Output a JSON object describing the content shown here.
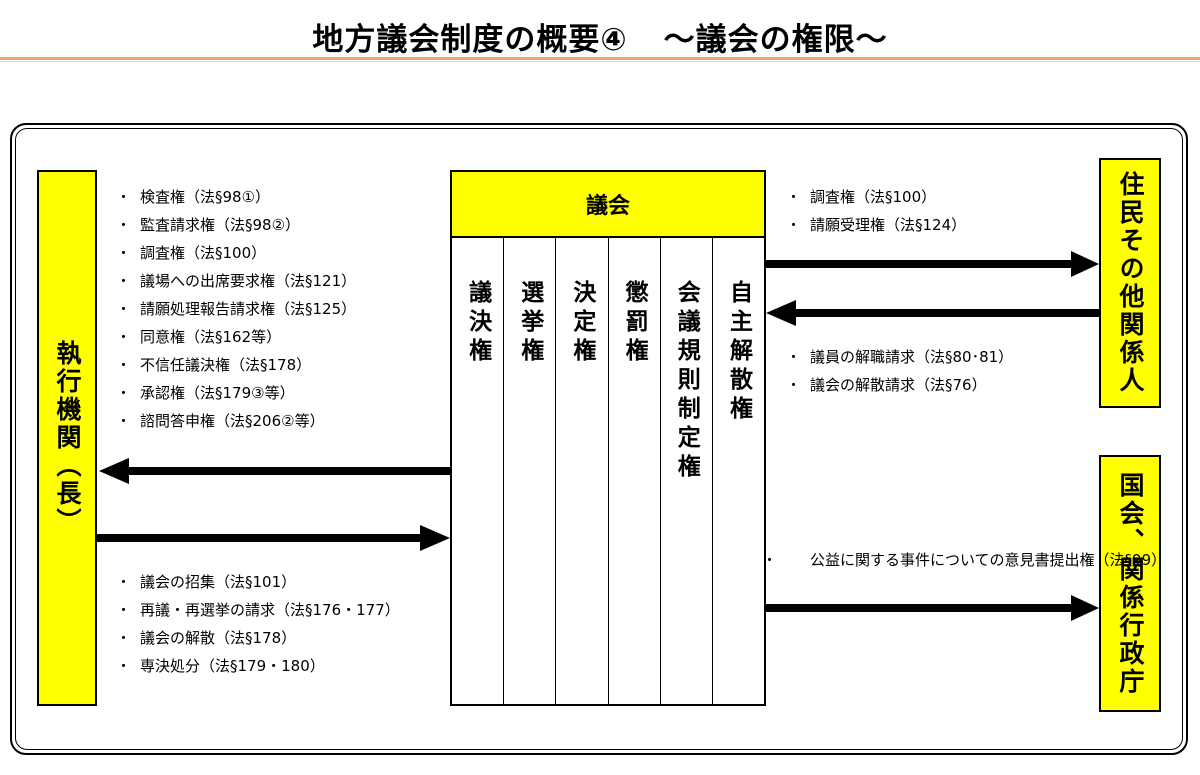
{
  "title": {
    "main": "地方議会制度の概要④",
    "sub": "〜議会の権限〜"
  },
  "boxes": {
    "executive": "執行機関（長）",
    "residents": "住民その他関係人",
    "national": "国会、関係行政庁"
  },
  "council": {
    "header": "議会",
    "powers": [
      "議決権",
      "選挙権",
      "決定権",
      "懲罰権",
      "会議規則制定権",
      "自主解散権"
    ]
  },
  "council_to_executive": [
    "検査権（法§98①）",
    "監査請求権（法§98②）",
    "調査権（法§100）",
    "議場への出席要求権（法§121）",
    "請願処理報告請求権（法§125）",
    "同意権（法§162等）",
    "不信任議決権（法§178）",
    "承認権（法§179③等）",
    "諮問答申権（法§206②等）"
  ],
  "executive_to_council": [
    "議会の招集（法§101）",
    "再議・再選挙の請求（法§176・177）",
    "議会の解散（法§178）",
    "専決処分（法§179・180）"
  ],
  "council_to_residents": [
    "調査権（法§100）",
    "請願受理権（法§124）"
  ],
  "residents_to_council": [
    "議員の解職請求（法§80･81）",
    "議会の解散請求（法§76）"
  ],
  "council_to_national": [
    "公益に関する事件についての意見書提出権（法§99）"
  ],
  "colors": {
    "box_fill": "#ffff00",
    "rule": "#f2a36a",
    "line": "#000000"
  }
}
